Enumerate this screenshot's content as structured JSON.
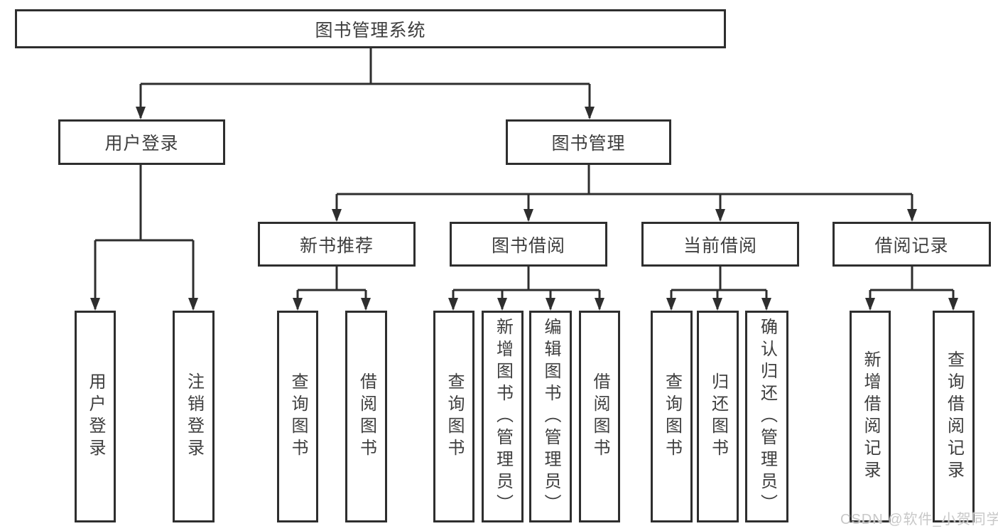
{
  "diagram": {
    "root": {
      "label": "图书管理系统"
    },
    "branches": [
      {
        "label": "用户登录",
        "children": [
          {
            "label": "用户登录"
          },
          {
            "label": "注销登录"
          }
        ]
      },
      {
        "label": "图书管理",
        "children": [
          {
            "label": "新书推荐",
            "children": [
              {
                "label": "查询图书"
              },
              {
                "label": "借阅图书"
              }
            ]
          },
          {
            "label": "图书借阅",
            "children": [
              {
                "label": "查询图书"
              },
              {
                "label": "新增图书（管理员）"
              },
              {
                "label": "编辑图书（管理员）"
              },
              {
                "label": "借阅图书"
              }
            ]
          },
          {
            "label": "当前借阅",
            "children": [
              {
                "label": "查询图书"
              },
              {
                "label": "归还图书"
              },
              {
                "label": "确认归还（管理员）"
              }
            ]
          },
          {
            "label": "借阅记录",
            "children": [
              {
                "label": "新增借阅记录"
              },
              {
                "label": "查询借阅记录"
              }
            ]
          }
        ]
      }
    ]
  },
  "watermark": {
    "text": "CSDN @软件_小贺同学"
  },
  "colors": {
    "line": "#2e2e2e",
    "border": "#2e2e2e",
    "text": "#3e3e3e",
    "background": "#ffffff",
    "watermark": "#c8c8c8"
  }
}
